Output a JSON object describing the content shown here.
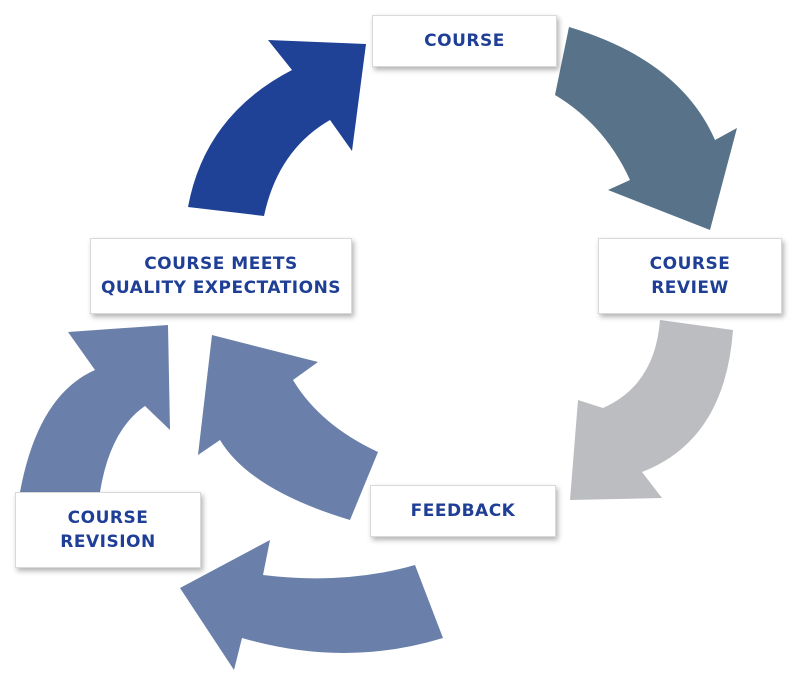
{
  "diagram": {
    "nodes": {
      "course": {
        "lines": [
          "COURSE"
        ]
      },
      "review": {
        "lines": [
          "COURSE",
          "REVIEW"
        ]
      },
      "feedback": {
        "lines": [
          "FEEDBACK"
        ]
      },
      "revision": {
        "lines": [
          "COURSE",
          "REVISION"
        ]
      },
      "meets": {
        "lines": [
          "COURSE MEETS",
          "QUALITY EXPECTATIONS"
        ]
      }
    },
    "colors": {
      "text": "#1f3f96",
      "arrow_to_course": "#1f4196",
      "arrow_to_review": "#587389",
      "arrow_to_feedback": "#bcbdc0",
      "arrow_revision_loop": "#6a80aa"
    }
  }
}
